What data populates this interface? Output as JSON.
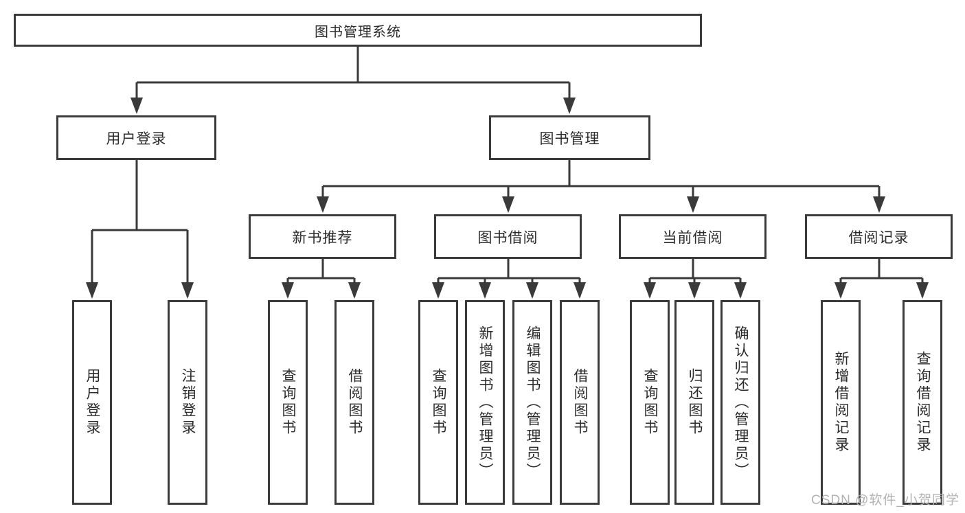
{
  "colors": {
    "line": "#3a3a3a",
    "box_border": "#3a3a3a",
    "text": "#2b2b2b",
    "background": "#ffffff",
    "watermark": "#b3b3b3"
  },
  "watermark": {
    "text": "CSDN @软件_小贺同学"
  },
  "tree": {
    "label": "图书管理系统",
    "children": [
      {
        "label": "用户登录",
        "children": [
          {
            "label": "用户登录"
          },
          {
            "label": "注销登录"
          }
        ]
      },
      {
        "label": "图书管理",
        "children": [
          {
            "label": "新书推荐",
            "children": [
              {
                "label": "查询图书"
              },
              {
                "label": "借阅图书"
              }
            ]
          },
          {
            "label": "图书借阅",
            "children": [
              {
                "label": "查询图书"
              },
              {
                "label": "新增图书（管理员）"
              },
              {
                "label": "编辑图书（管理员）"
              },
              {
                "label": "借阅图书"
              }
            ]
          },
          {
            "label": "当前借阅",
            "children": [
              {
                "label": "查询图书"
              },
              {
                "label": "归还图书"
              },
              {
                "label": "确认归还（管理员）"
              }
            ]
          },
          {
            "label": "借阅记录",
            "children": [
              {
                "label": "新增借阅记录"
              },
              {
                "label": "查询借阅记录"
              }
            ]
          }
        ]
      }
    ]
  }
}
